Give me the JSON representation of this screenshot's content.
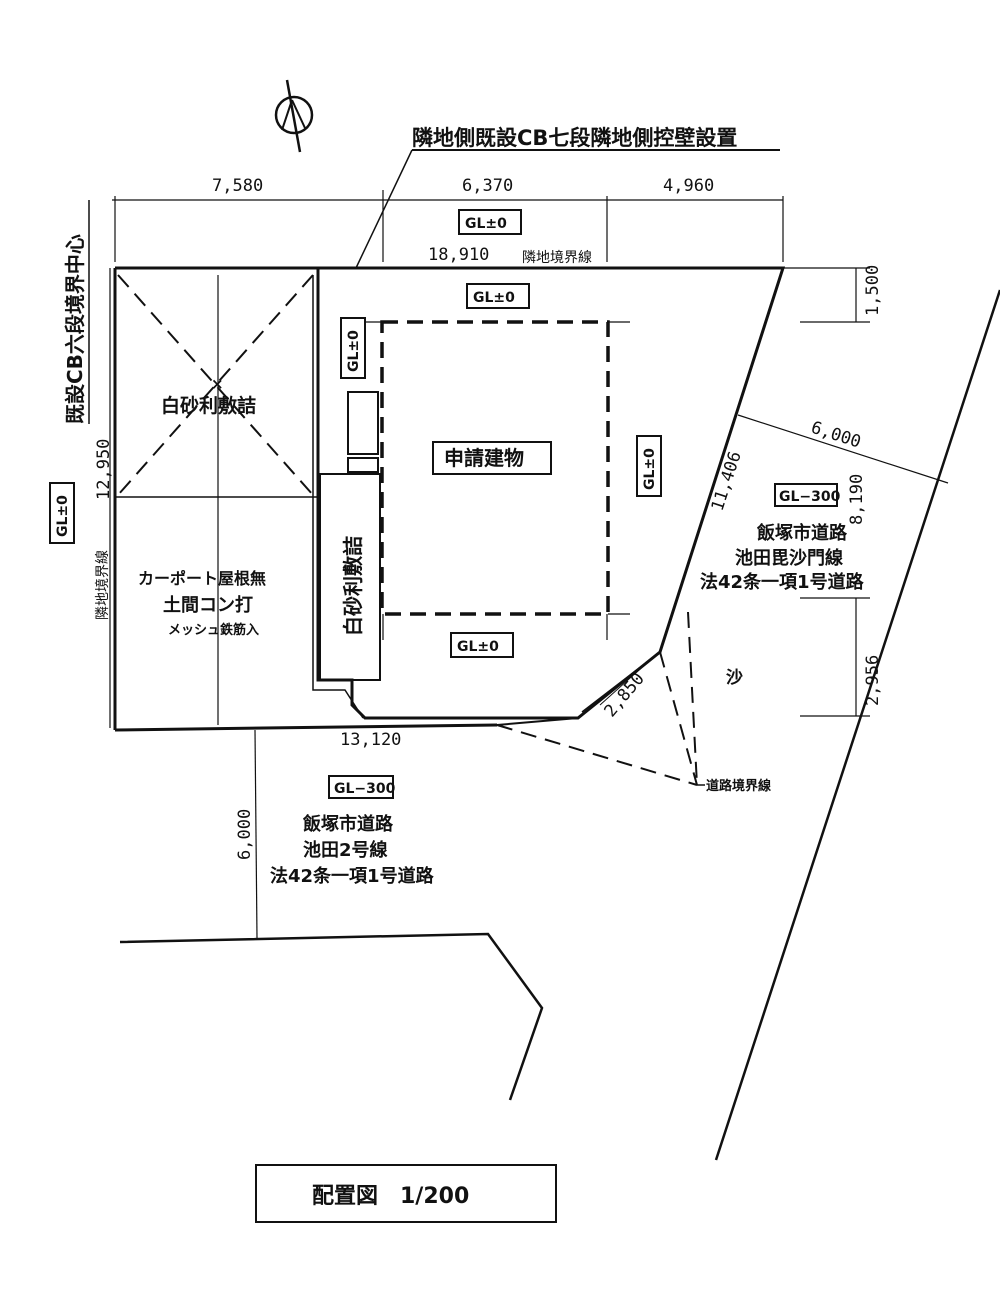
{
  "title": "配置図　1/200",
  "north_label": "N",
  "top_note": "隣地側既設CB七段隣地側控壁設置",
  "left_note": "既設CB六段境界中心",
  "dims": {
    "top1": "7,580",
    "top2": "6,370",
    "top3": "4,960",
    "top_total": "18,910",
    "left": "12,950",
    "bottom": "13,120",
    "diagonal": "11,406",
    "right1": "1,500",
    "right2": "8,190",
    "right3": "2,956",
    "road_right_width": "6,000",
    "road_bottom_width": "6,000",
    "corner": "2,850"
  },
  "labels": {
    "neighbor_boundary_top": "隣地境界線",
    "neighbor_boundary_left": "隣地境界線",
    "road_boundary": "道路境界線",
    "gravel_top": "白砂利敷詰",
    "gravel_side": "白砂利敷詰",
    "building": "申請建物",
    "carport_1": "カーポート屋根無",
    "carport_2": "土間コン打",
    "carport_3": "メッシュ鉄筋入",
    "sa": "沙"
  },
  "gl": {
    "top_outer": "GL±0",
    "top_inner": "GL±0",
    "left_inner": "GL±0",
    "right_inner": "GL±0",
    "bottom_inner": "GL±0",
    "left_outer": "GL±0",
    "road_right": "GL−300",
    "road_bottom": "GL−300"
  },
  "road_right": {
    "line1": "飯塚市道路",
    "line2": "池田毘沙門線",
    "line3": "法42条一項1号道路"
  },
  "road_bottom": {
    "line1": "飯塚市道路",
    "line2": "池田2号線",
    "line3": "法42条一項1号道路"
  }
}
